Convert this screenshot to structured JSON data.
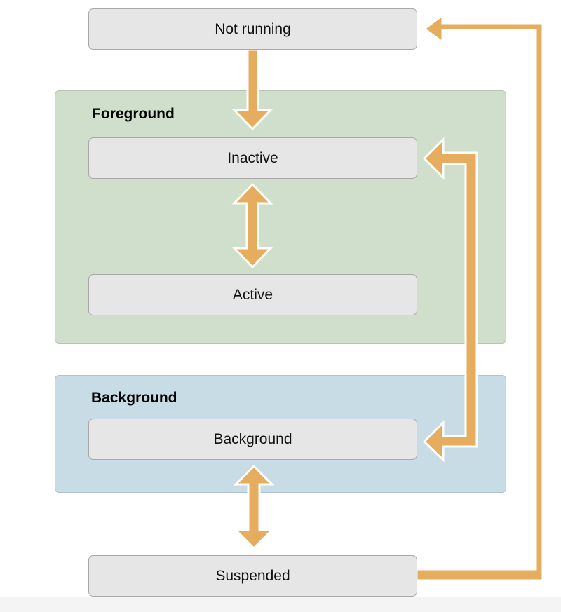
{
  "colors": {
    "arrow": "#e6ad5f",
    "arrow_outline": "#ffffff",
    "state_fill": "#e6e6e6",
    "state_border": "#a8a8a8",
    "foreground_group": "#cfdfcb",
    "background_group": "#c8dce6"
  },
  "groups": {
    "foreground": {
      "title": "Foreground"
    },
    "background": {
      "title": "Background"
    }
  },
  "states": {
    "not_running": "Not running",
    "inactive": "Inactive",
    "active": "Active",
    "background": "Background",
    "suspended": "Suspended"
  },
  "transitions": [
    {
      "from": "Not running",
      "to": "Inactive",
      "direction": "one-way"
    },
    {
      "from": "Inactive",
      "to": "Active",
      "direction": "two-way"
    },
    {
      "from": "Inactive",
      "to": "Background",
      "direction": "two-way"
    },
    {
      "from": "Background",
      "to": "Suspended",
      "direction": "two-way"
    },
    {
      "from": "Suspended",
      "to": "Not running",
      "direction": "one-way"
    }
  ]
}
